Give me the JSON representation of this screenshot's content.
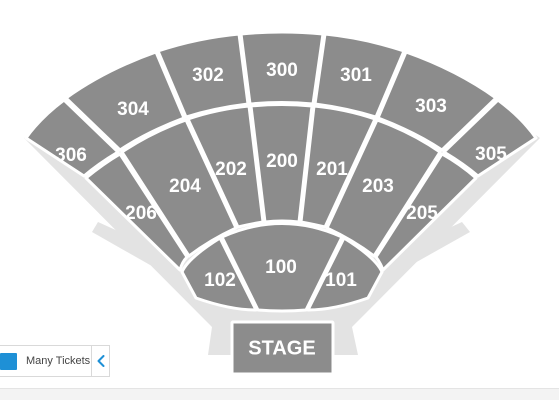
{
  "colors": {
    "section": "#8c8c8c",
    "outline": "#e3e3e3",
    "legend_swatch": "#1e90d6",
    "chevron": "#1e90d6"
  },
  "sections": {
    "s300": "300",
    "s301": "301",
    "s302": "302",
    "s303": "303",
    "s304": "304",
    "s305": "305",
    "s306": "306",
    "s200": "200",
    "s201": "201",
    "s202": "202",
    "s203": "203",
    "s204": "204",
    "s205": "205",
    "s206": "206",
    "s100": "100",
    "s101": "101",
    "s102": "102"
  },
  "stage": {
    "label": "STAGE"
  },
  "legend": {
    "label": "Many Tickets",
    "toggle_icon": "chevron-left-icon"
  }
}
